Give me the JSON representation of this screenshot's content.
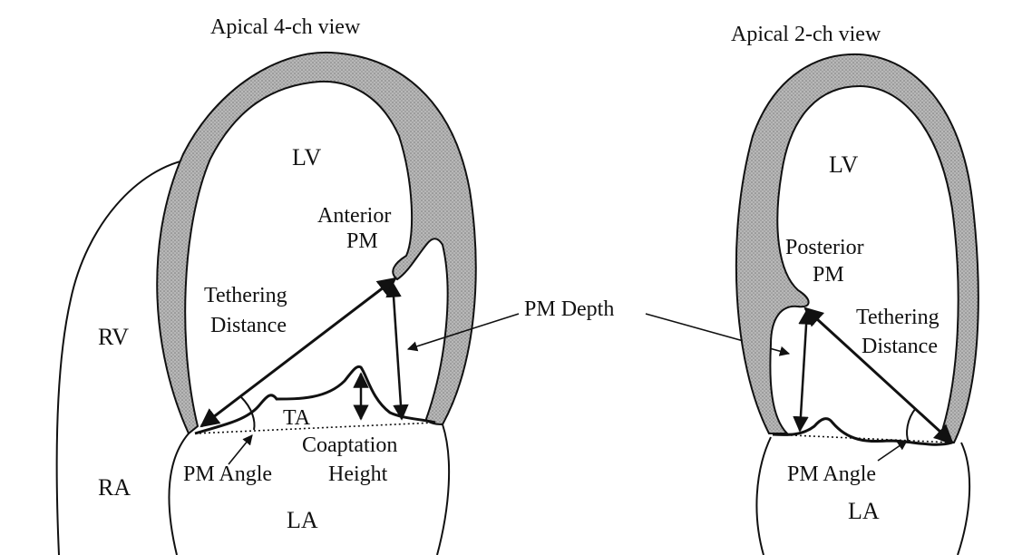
{
  "figure": {
    "left_panel": {
      "title": "Apical 4-ch view",
      "labels": {
        "lv": "LV",
        "rv": "RV",
        "ra": "RA",
        "la": "LA",
        "anterior": "Anterior",
        "pm": "PM",
        "tethering": "Tethering",
        "distance": "Distance",
        "ta": "TA",
        "coaptation": "Coaptation",
        "height": "Height",
        "pm_angle": "PM Angle"
      }
    },
    "right_panel": {
      "title": "Apical 2-ch view",
      "labels": {
        "lv": "LV",
        "la": "LA",
        "posterior": "Posterior",
        "pm": "PM",
        "tethering": "Tethering",
        "distance": "Distance",
        "pm_angle": "PM Angle"
      }
    },
    "shared": {
      "pm_depth": "PM Depth"
    },
    "colors": {
      "ink": "#111111",
      "myocardium_fill": "#a9a9a9",
      "background": "#ffffff"
    }
  }
}
